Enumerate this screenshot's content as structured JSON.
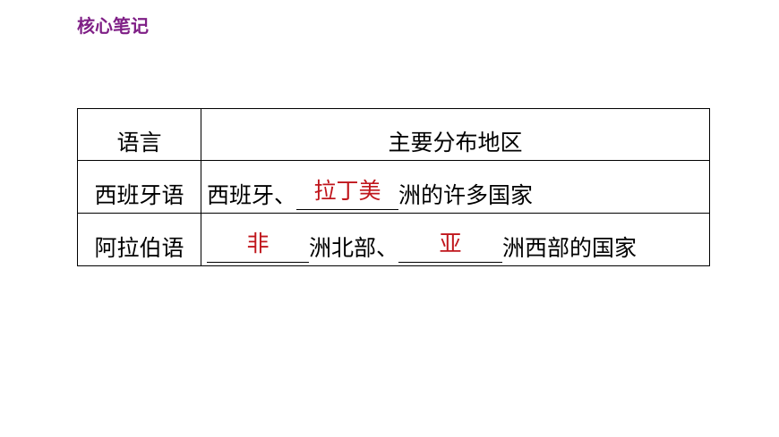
{
  "header": {
    "title": "核心笔记"
  },
  "colors": {
    "header": "#7f1f86",
    "answer": "#c0161c",
    "text": "#000000"
  },
  "table": {
    "headers": [
      "语言",
      "主要分布地区"
    ],
    "rows": [
      {
        "language": "西班牙语",
        "before": "西班牙、",
        "blank1": "拉丁美",
        "after1": "洲的许多国家"
      },
      {
        "language": "阿拉伯语",
        "blank1": "非",
        "after1": "洲北部、",
        "blank2": "亚",
        "after2": "洲西部的国家"
      }
    ]
  }
}
